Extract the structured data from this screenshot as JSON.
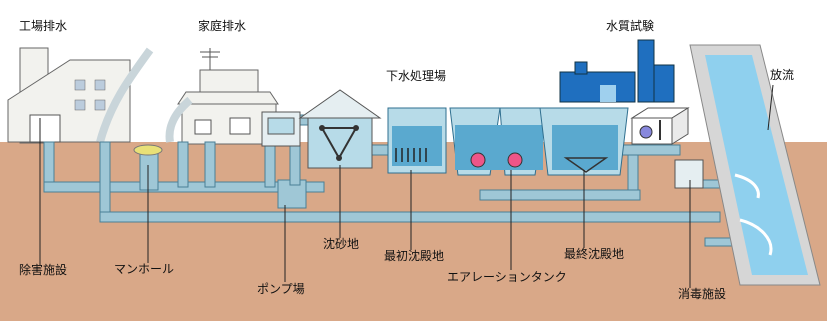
{
  "labels": {
    "factory_drainage": "工場排水",
    "household_drainage": "家庭排水",
    "treatment_plant": "下水処理場",
    "water_quality_test": "水質試験",
    "discharge": "放流",
    "detox_facility": "除害施設",
    "manhole": "マンホール",
    "pump_station": "ポンプ場",
    "grit_chamber": "沈砂地",
    "primary_sedimentation": "最初沈殿地",
    "aeration_tank": "エアレーションタンク",
    "final_sedimentation": "最終沈殿地",
    "disinfection_facility": "消毒施設"
  },
  "colors": {
    "sky": "#ffffff",
    "ground": "#d9a888",
    "pipe": "#9fc7d6",
    "pipe_edge": "#4a7f95",
    "water": "#2f8fbf",
    "tank_wall": "#b7dbe8",
    "building": "#f2f2ee",
    "plant_blue": "#1f6fbf"
  }
}
